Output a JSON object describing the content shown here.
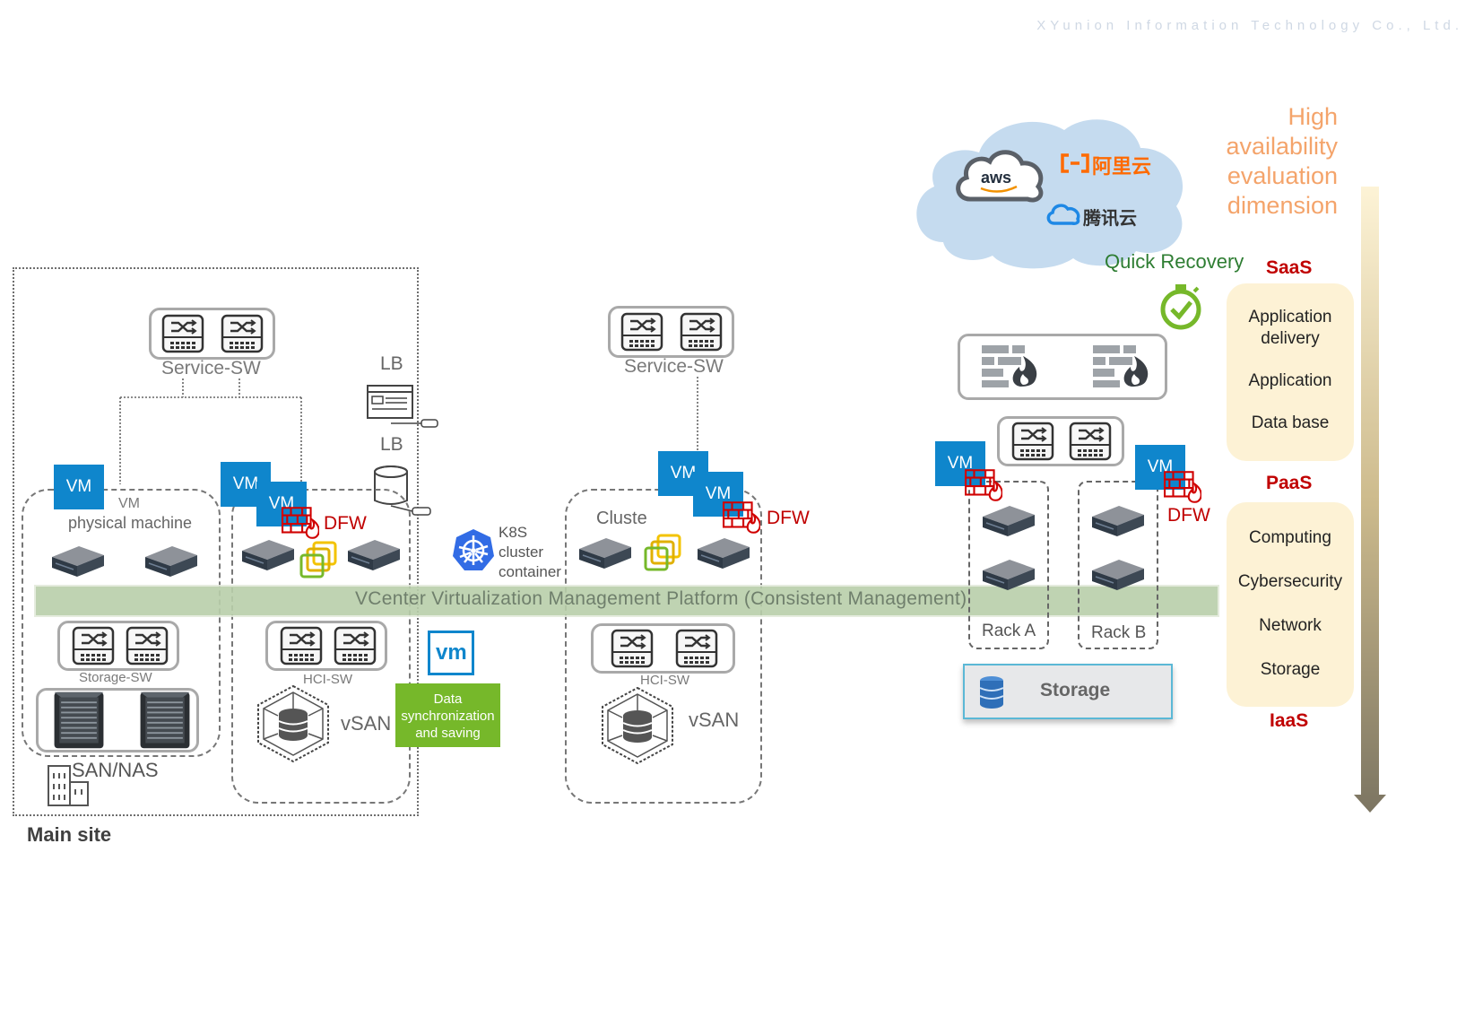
{
  "company": "XYunion Information Technology Co., Ltd.",
  "availability_title": [
    "High",
    "availability",
    "evaluation",
    "dimension"
  ],
  "layers": {
    "saas": "SaaS",
    "paas": "PaaS",
    "iaas": "IaaS",
    "saas_items": [
      "Application delivery",
      "Application",
      "Data base"
    ],
    "iaas_items": [
      "Computing",
      "Cybersecurity",
      "Network",
      "Storage"
    ]
  },
  "cloud": {
    "providers": [
      "aws",
      "阿里云",
      "腾讯云"
    ],
    "quick_recovery": "Quick Recovery"
  },
  "main_site": {
    "label": "Main site",
    "service_sw": "Service-SW",
    "lb1": "LB",
    "lb2": "LB",
    "vm": "VM",
    "vm_physical": "VM",
    "physical_machine": "physical machine",
    "storage_sw": "Storage-SW",
    "san_nas": "SAN/NAS",
    "hci_sw": "HCI-SW",
    "vsan": "vSAN",
    "dfw": "DFW"
  },
  "k8s": [
    "K8S",
    "cluster",
    "container"
  ],
  "vm_logo": "vm",
  "data_sync": [
    "Data",
    "synchronization",
    "and saving"
  ],
  "cluster_site": {
    "service_sw": "Service-SW",
    "cluster": "Cluste",
    "vm": "VM",
    "dfw": "DFW",
    "hci_sw": "HCI-SW",
    "vsan": "vSAN"
  },
  "management_bar": "VCenter Virtualization Management Platform (Consistent Management)",
  "cloud_site": {
    "vm": "VM",
    "dfw": "DFW",
    "rack_a": "Rack A",
    "rack_b": "Rack B",
    "storage": "Storage"
  },
  "colors": {
    "accent_orange": "#f4a46b",
    "vm_blue": "#0f86cc",
    "dfw_red": "#c00000",
    "green": "#76b82a",
    "mgmt_green": "#b9cfaa",
    "layer_box": "#fdf2d5"
  }
}
